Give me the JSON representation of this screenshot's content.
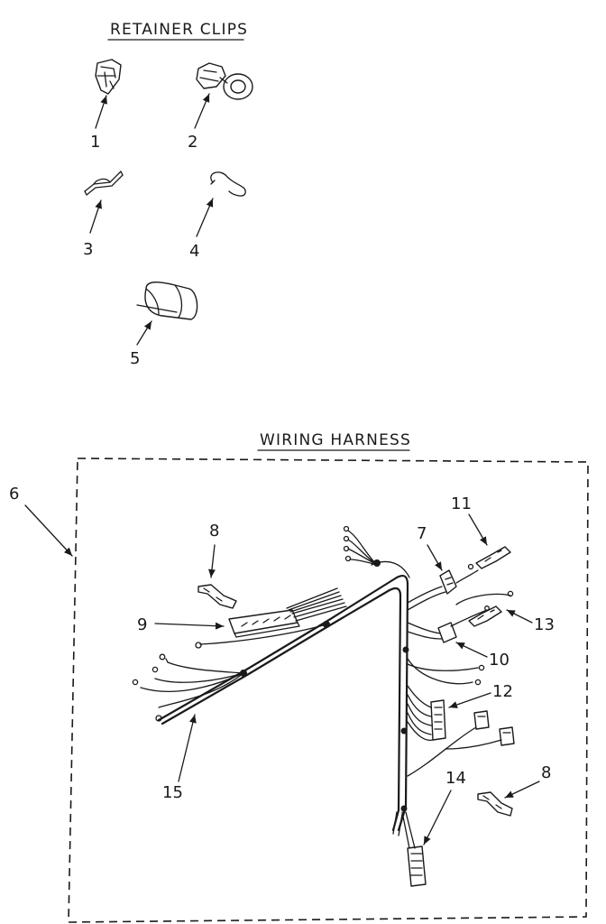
{
  "titles": {
    "retainer_clips": "RETAINER CLIPS",
    "wiring_harness": "WIRING HARNESS"
  },
  "callouts": {
    "c1": "1",
    "c2": "2",
    "c3": "3",
    "c4": "4",
    "c5": "5",
    "c6": "6",
    "c7": "7",
    "c8a": "8",
    "c8b": "8",
    "c9": "9",
    "c10": "10",
    "c11": "11",
    "c12": "12",
    "c13": "13",
    "c14": "14",
    "c15": "15"
  }
}
